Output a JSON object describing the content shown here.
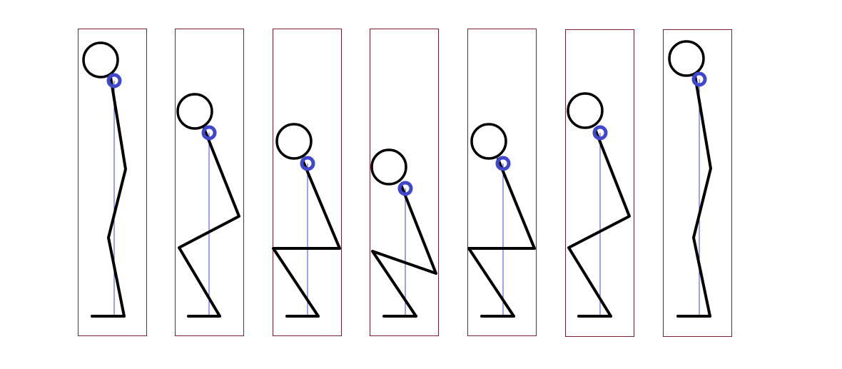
{
  "figure": {
    "panels": [
      {
        "pose": "standing"
      },
      {
        "pose": "descending"
      },
      {
        "pose": "parallel"
      },
      {
        "pose": "bottom"
      },
      {
        "pose": "parallel"
      },
      {
        "pose": "ascending"
      },
      {
        "pose": "standing"
      }
    ],
    "colors": {
      "frame": "#7a1f2b",
      "body": "#000000",
      "bar": "#3f48cc",
      "bar_path": "#3f48cc",
      "background": "#ffffff"
    }
  }
}
